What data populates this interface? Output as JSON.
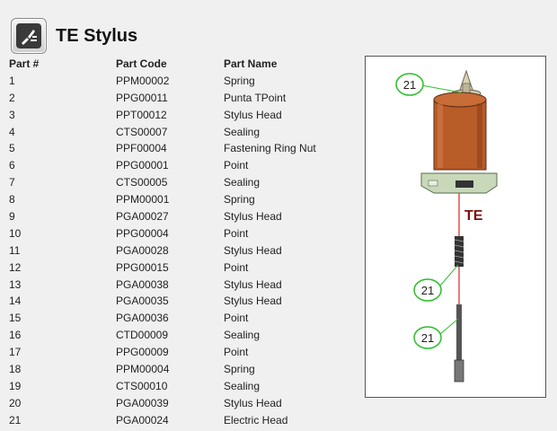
{
  "header": {
    "title": "TE Stylus",
    "icon": "stylus-tool-icon"
  },
  "table": {
    "columns": [
      "Part #",
      "Part Code",
      "Part Name"
    ],
    "rows": [
      [
        "1",
        "PPM00002",
        "Spring"
      ],
      [
        "2",
        "PPG00011",
        "Punta TPoint"
      ],
      [
        "3",
        "PPT00012",
        "Stylus Head"
      ],
      [
        "4",
        "CTS00007",
        "Sealing"
      ],
      [
        "5",
        "PPF00004",
        "Fastening Ring Nut"
      ],
      [
        "6",
        "PPG00001",
        "Point"
      ],
      [
        "7",
        "CTS00005",
        "Sealing"
      ],
      [
        "8",
        "PPM00001",
        "Spring"
      ],
      [
        "9",
        "PGA00027",
        "Stylus Head"
      ],
      [
        "10",
        "PPG00004",
        "Point"
      ],
      [
        "11",
        "PGA00028",
        "Stylus Head"
      ],
      [
        "12",
        "PPG00015",
        "Point"
      ],
      [
        "13",
        "PGA00038",
        "Stylus Head"
      ],
      [
        "14",
        "PGA00035",
        "Stylus Head"
      ],
      [
        "15",
        "PGA00036",
        "Point"
      ],
      [
        "16",
        "CTD00009",
        "Sealing"
      ],
      [
        "17",
        "PPG00009",
        "Point"
      ],
      [
        "18",
        "PPM00004",
        "Spring"
      ],
      [
        "19",
        "CTS00010",
        "Sealing"
      ],
      [
        "20",
        "PGA00039",
        "Stylus Head"
      ],
      [
        "21",
        "PGA00024",
        "Electric Head"
      ]
    ]
  },
  "diagram": {
    "part_label": "TE",
    "callouts": [
      "21",
      "21",
      "21"
    ],
    "colors": {
      "body": "#b85c28",
      "base": "#c8d8b8",
      "callout_border": "#2bbf2b",
      "axis_line": "#e02020",
      "label": "#7a1010"
    }
  }
}
